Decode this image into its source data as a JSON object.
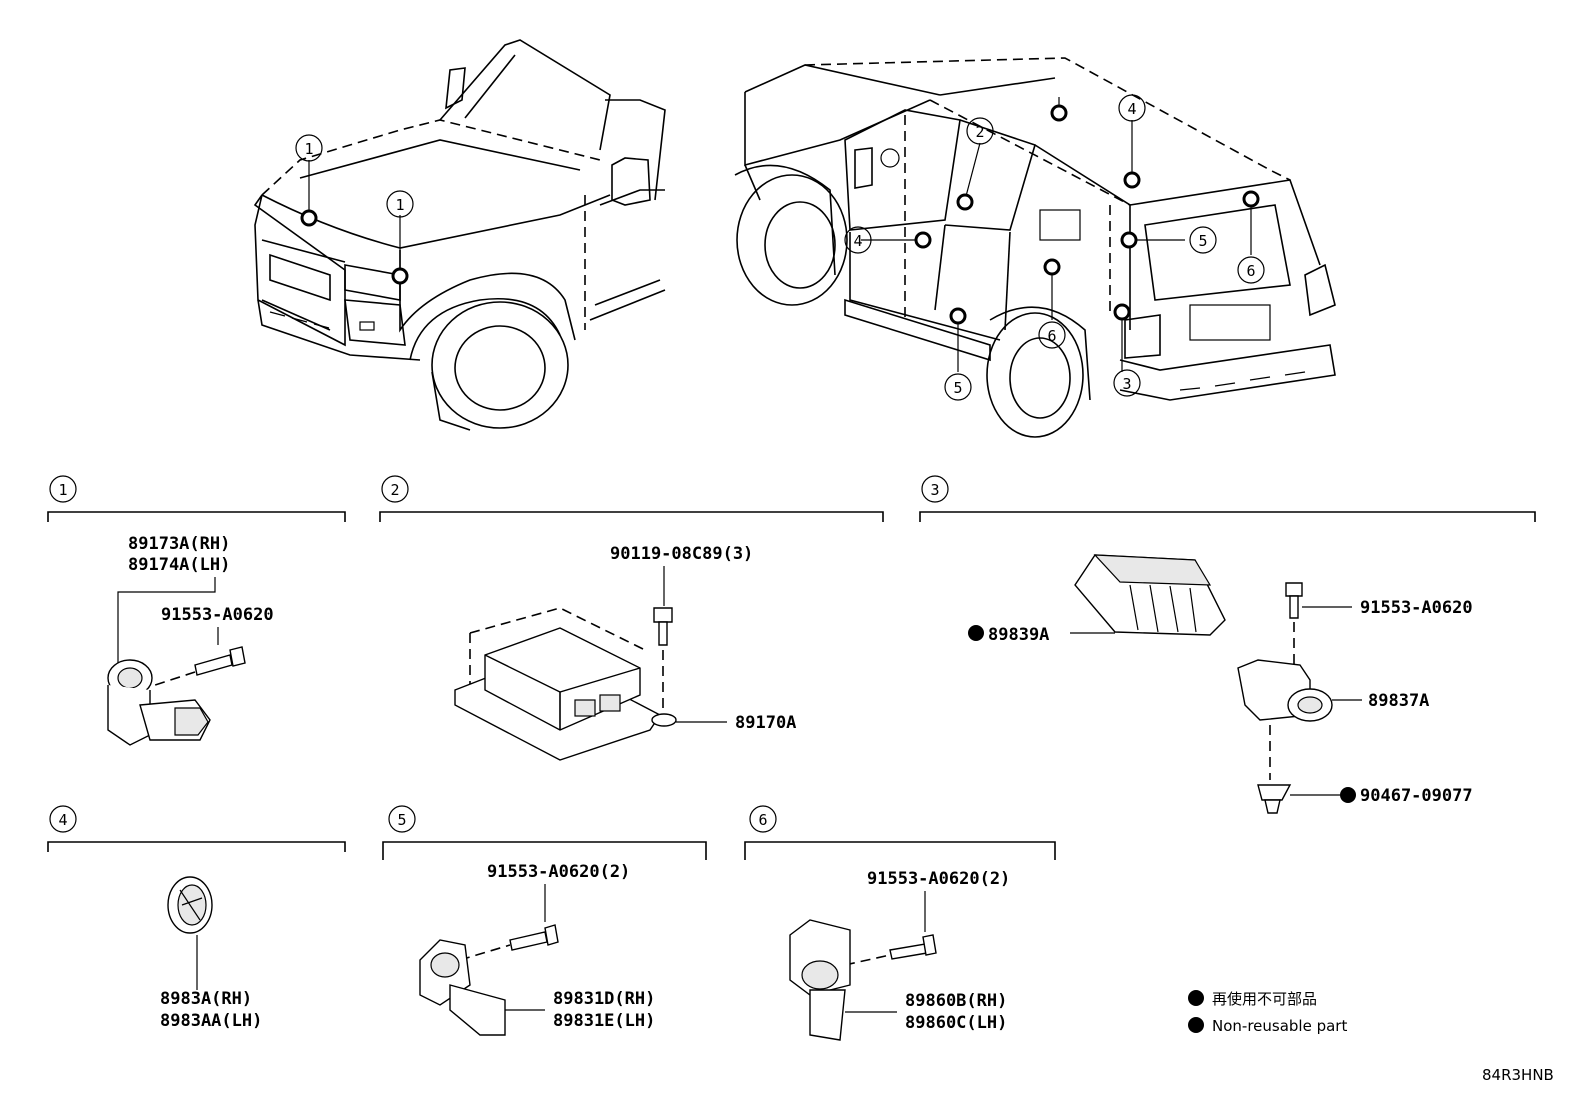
{
  "callout_numbers": [
    "1",
    "2",
    "3",
    "4",
    "5",
    "6"
  ],
  "legend": {
    "japanese": "再使用不可部品",
    "english": "Non-reusable part"
  },
  "diagram_code": "84R3HNB",
  "sections": {
    "s1": {
      "number": "1",
      "parts": [
        "89173A(RH)",
        "89174A(LH)",
        "91553-A0620"
      ]
    },
    "s2": {
      "number": "2",
      "parts": [
        "90119-08C89(3)",
        "89170A"
      ]
    },
    "s3": {
      "number": "3",
      "parts": [
        "89839A",
        "91553-A0620",
        "89837A",
        "90467-09077"
      ],
      "non_reusable": [
        "89839A",
        "90467-09077"
      ]
    },
    "s4": {
      "number": "4",
      "parts": [
        "8983A(RH)",
        "8983AA(LH)"
      ]
    },
    "s5": {
      "number": "5",
      "parts": [
        "91553-A0620(2)",
        "89831D(RH)",
        "89831E(LH)"
      ]
    },
    "s6": {
      "number": "6",
      "parts": [
        "91553-A0620(2)",
        "89860B(RH)",
        "89860C(LH)"
      ]
    }
  }
}
